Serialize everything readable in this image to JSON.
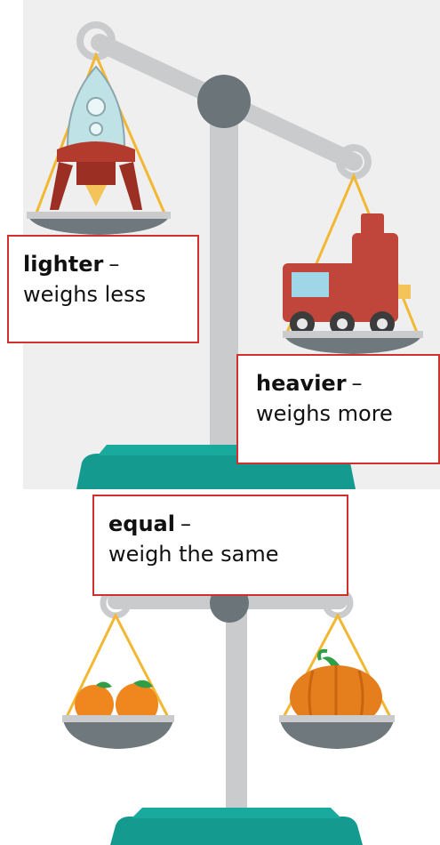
{
  "labels": {
    "lighter": {
      "term": "lighter",
      "dash": "–",
      "definition": "weighs less"
    },
    "heavier": {
      "term": "heavier",
      "dash": "–",
      "definition": "weighs more"
    },
    "equal": {
      "term": "equal",
      "dash": "–",
      "definition": "weigh the same"
    }
  },
  "icons": [
    "rocket-icon",
    "train-icon",
    "orange-icon",
    "pumpkin-icon"
  ],
  "colors": {
    "background_top": "#efefef",
    "scale_gray": "#c9cbcc",
    "pivot": "#6b7478",
    "pan": "#6f787c",
    "base": "#149a8f",
    "rope": "#f2b733",
    "box_border": "#d32f2f"
  }
}
